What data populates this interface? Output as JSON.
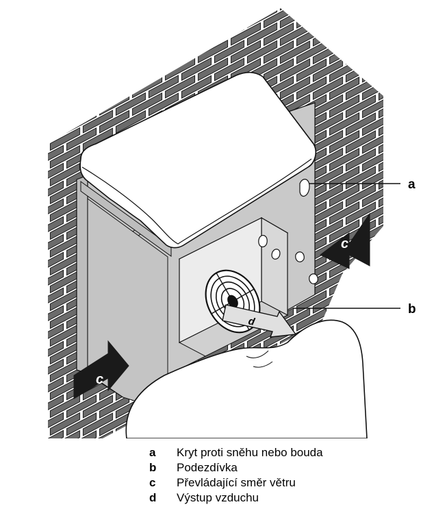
{
  "callouts": {
    "a": "a",
    "b": "b",
    "c": "c",
    "d": "d"
  },
  "legend": [
    {
      "key": "a",
      "text": "Kryt proti sněhu nebo bouda"
    },
    {
      "key": "b",
      "text": "Podezdívka"
    },
    {
      "key": "c",
      "text": "Převládající směr větru"
    },
    {
      "key": "d",
      "text": "Výstup vzduchu"
    }
  ],
  "colors": {
    "brick": "#6b6b6b",
    "wall_gray": "#c9c9c9",
    "unit_front": "#ececec",
    "snow": "#ffffff",
    "arrow": "#1a1a1a"
  }
}
